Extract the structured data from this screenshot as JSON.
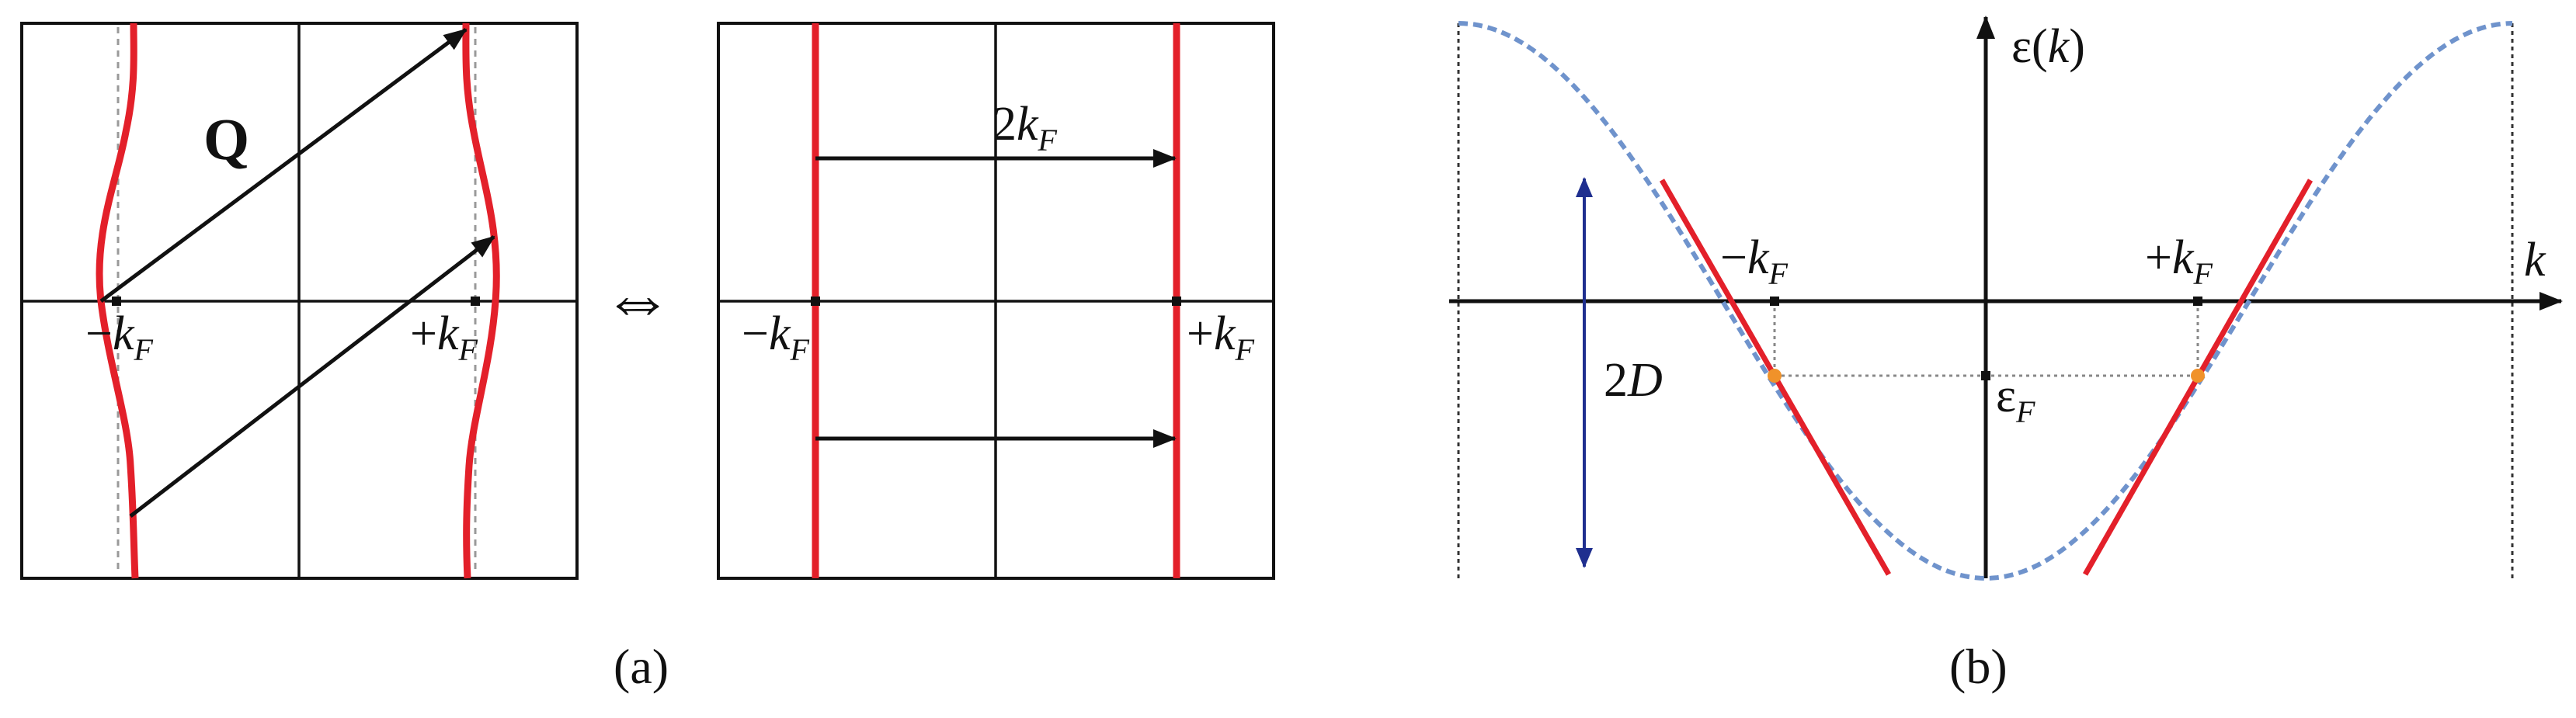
{
  "panel_a": {
    "caption": "(a)",
    "left_box": {
      "q_label": "Q",
      "minus_kf": {
        "sign": "−",
        "k": "k",
        "sub": "F"
      },
      "plus_kf": {
        "sign": "+",
        "k": "k",
        "sub": "F"
      }
    },
    "equivalence_symbol": "⇔",
    "right_box": {
      "two_kf": {
        "coef": "2",
        "k": "k",
        "sub": "F"
      },
      "minus_kf": {
        "sign": "−",
        "k": "k",
        "sub": "F"
      },
      "plus_kf": {
        "sign": "+",
        "k": "k",
        "sub": "F"
      }
    }
  },
  "panel_b": {
    "caption": "(b)",
    "y_axis_label": {
      "eps": "ε",
      "rest": "(k)",
      "k": "k"
    },
    "x_axis_label": "k",
    "minus_kf": {
      "sign": "−",
      "k": "k",
      "sub": "F"
    },
    "plus_kf": {
      "sign": "+",
      "k": "k",
      "sub": "F"
    },
    "eps_f": {
      "eps": "ε",
      "sub": "F"
    },
    "bandwidth": {
      "coef": "2",
      "D": "D"
    }
  },
  "colors": {
    "fermi_surface": "#e3202a",
    "band_curve": "#6f93cc",
    "bandwidth_arrow": "#1f2f8f",
    "fermi_point": "#f0922a",
    "axes": "#111111",
    "guide": "#888888"
  }
}
